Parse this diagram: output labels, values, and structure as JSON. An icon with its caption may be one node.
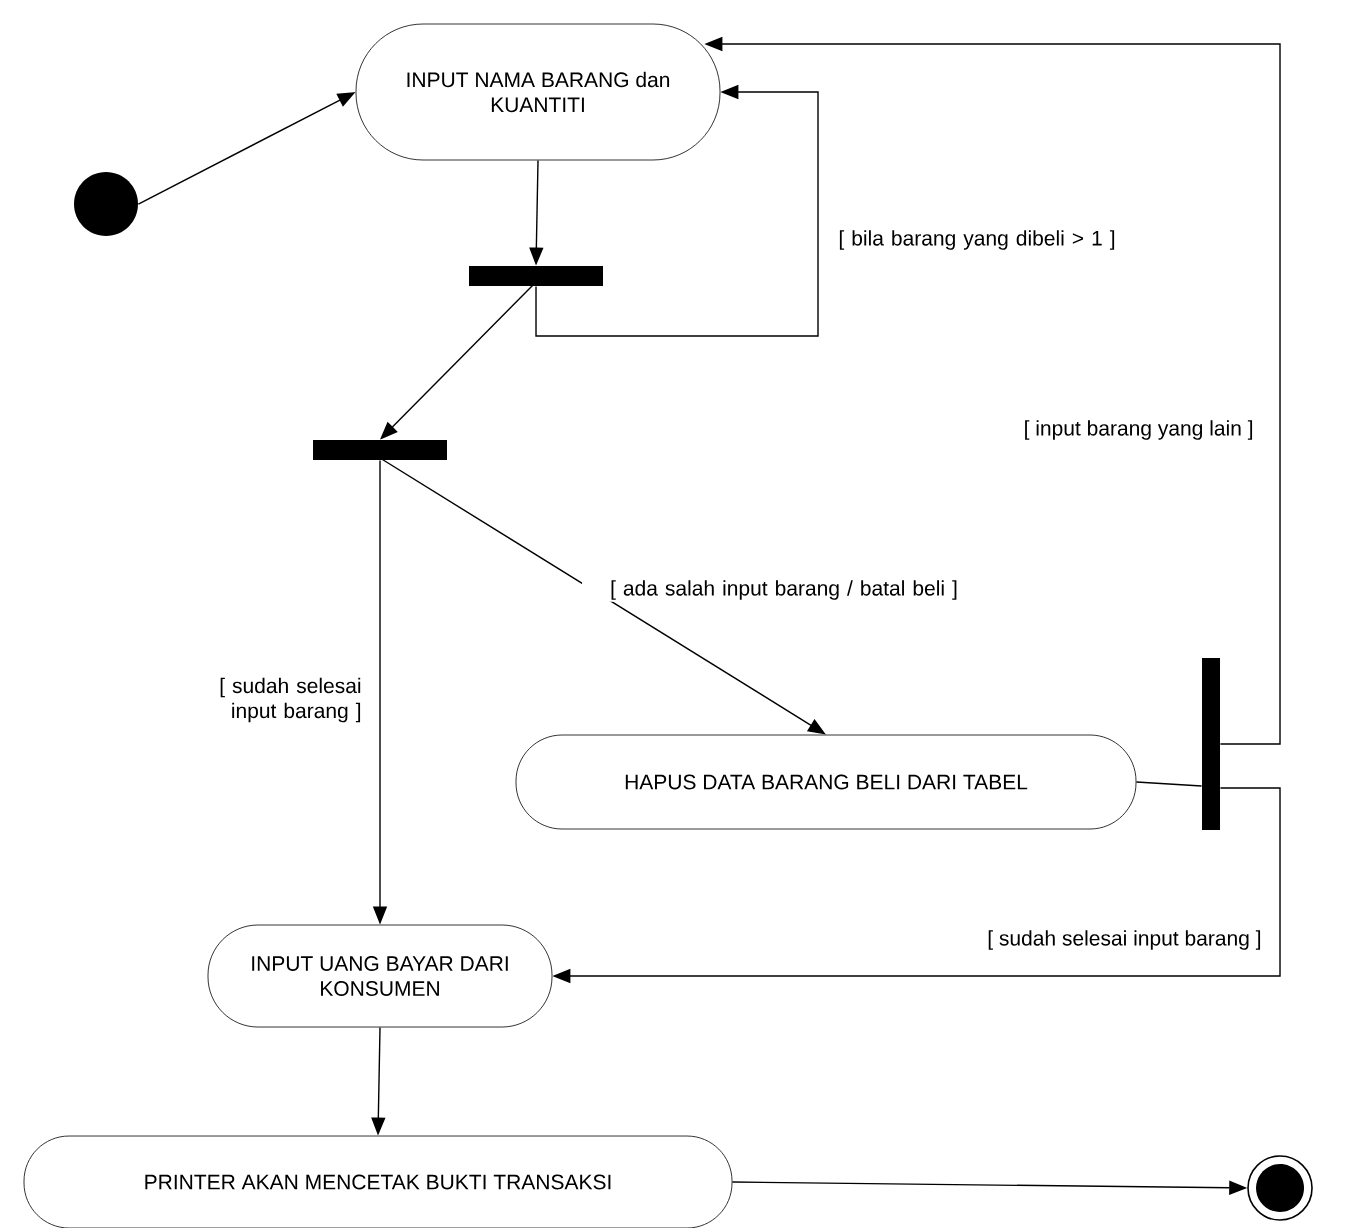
{
  "diagram": {
    "nodes": [
      {
        "text": [],
        "shape": "circle"
      },
      {
        "text": [
          "INPUT NAMA BARANG dan KUANTITI"
        ]
      },
      {
        "text": [],
        "shape": "bar"
      },
      {
        "text": [],
        "shape": "bar"
      },
      {
        "text": [
          "HAPUS DATA BARANG BELI DARI TABEL"
        ]
      },
      {
        "text": [],
        "shape": "bar"
      },
      {
        "text": [
          "INPUT UANG BAYAR DARI KONSUMEN"
        ]
      },
      {
        "text": [
          "PRINTER AKAN MENCETAK BUKTI TRANSAKSI"
        ]
      },
      {
        "text": [],
        "shape": "circle"
      }
    ],
    "edges": [
      {
        "from": 0,
        "to": 1,
        "arrow": "to"
      },
      {
        "from": 1,
        "to": 2,
        "arrow": "to"
      },
      {
        "from": 2,
        "to": 1,
        "arrow": "to",
        "label": "[ bila barang yang dibeli > 1 ]"
      },
      {
        "from": 2,
        "to": 3,
        "arrow": "to"
      },
      {
        "from": 3,
        "to": 6,
        "arrow": "to",
        "label": "[ sudah selesai input barang ]"
      },
      {
        "from": 3,
        "to": 4,
        "arrow": "to",
        "label": "[ ada salah input barang / batal beli ]"
      },
      {
        "from": 4,
        "to": 5,
        "arrow": "none"
      },
      {
        "from": 5,
        "to": 1,
        "arrow": "to",
        "label": "[ input barang yang lain ]"
      },
      {
        "from": 5,
        "to": 6,
        "arrow": "to",
        "label": "[ sudah selesai input barang ]"
      },
      {
        "from": 6,
        "to": 7,
        "arrow": "to"
      },
      {
        "from": 7,
        "to": 8,
        "arrow": "to"
      }
    ]
  }
}
